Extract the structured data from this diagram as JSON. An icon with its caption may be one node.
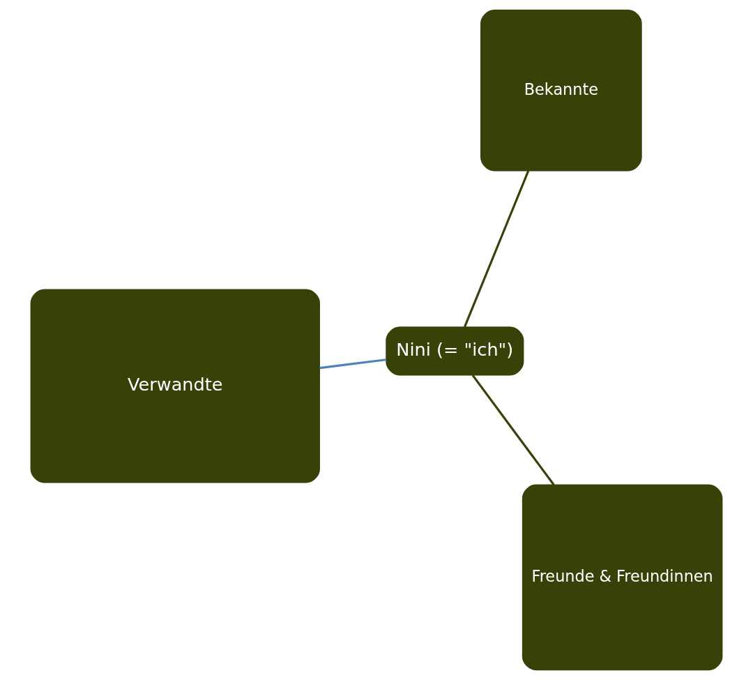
{
  "diagram": {
    "nodes": [
      {
        "text": [
          "Verwandte"
        ]
      },
      {
        "text": [
          "Nini (= \"ich\")"
        ]
      },
      {
        "text": [
          "Freunde & Freundinnen"
        ]
      },
      {
        "text": [
          "Bekannte"
        ]
      }
    ],
    "edges": [
      {
        "from": 1,
        "to": 0,
        "arrow": "none",
        "color": "#4f81bd"
      },
      {
        "from": 1,
        "to": 2,
        "arrow": "none"
      },
      {
        "from": 1,
        "to": 3,
        "arrow": "none"
      }
    ]
  }
}
